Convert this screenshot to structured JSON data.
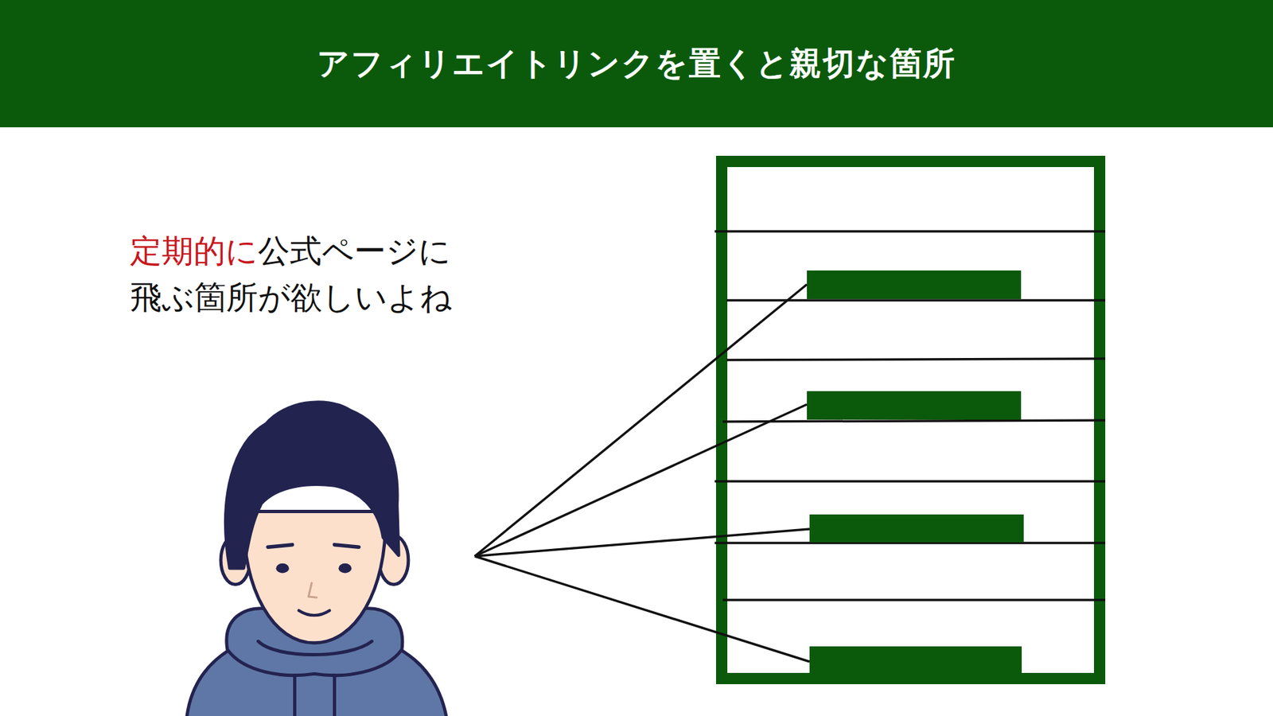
{
  "diagram": {
    "title": "アフィリエイトリンクを置くと親切な箇所",
    "labels": [
      "定期的に",
      "公式ページに 飛ぶ箇所が欲しいよね"
    ]
  }
}
